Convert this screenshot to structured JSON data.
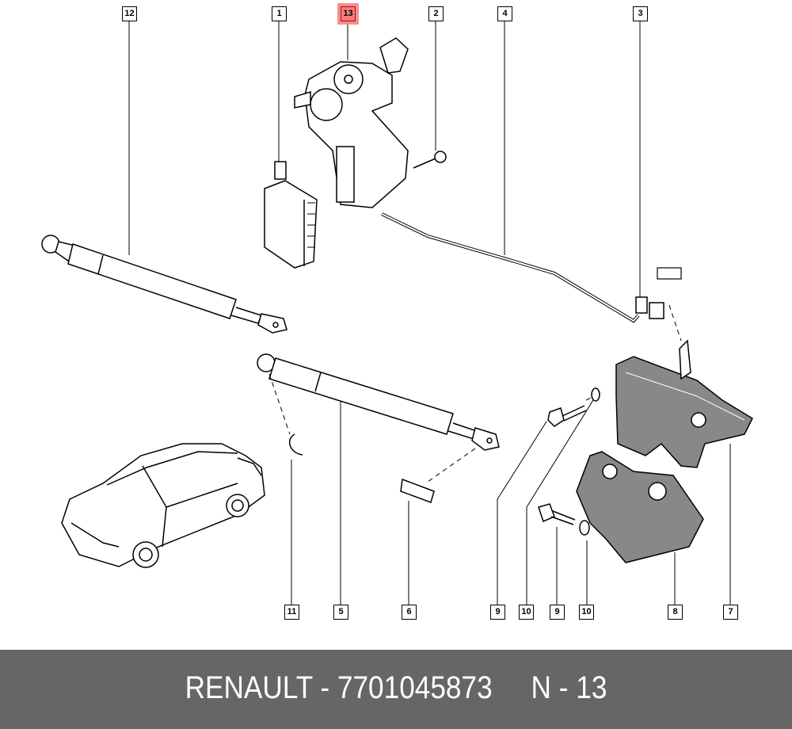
{
  "callouts": {
    "top": [
      "12",
      "1",
      "13",
      "2",
      "4",
      "3"
    ],
    "bottom": [
      "11",
      "5",
      "6",
      "9",
      "10",
      "9",
      "10",
      "8",
      "7"
    ],
    "highlighted": "13"
  },
  "footer": {
    "text": "RENAULT - 7701045873     N - 13"
  },
  "colors": {
    "highlight": "#f08080",
    "footer_bg": "#666666",
    "footer_text": "#ffffff"
  }
}
